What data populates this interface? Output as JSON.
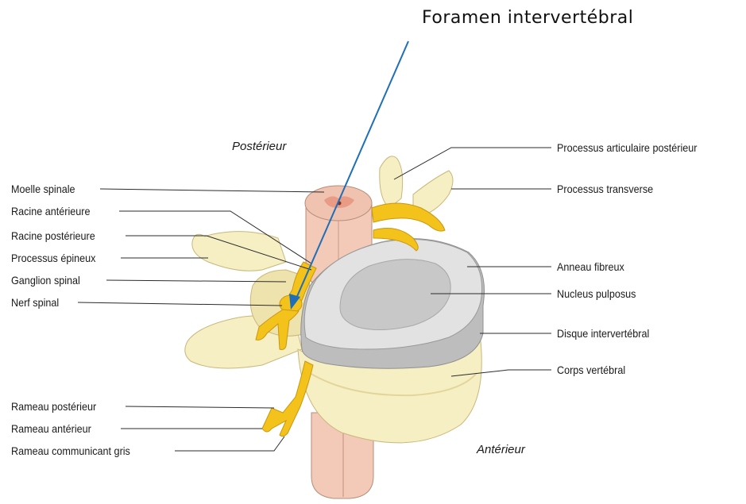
{
  "callout": {
    "text": "Foramen intervertébral",
    "arrow_color": "#1f6fb8"
  },
  "orientation": {
    "posterior": "Postérieur",
    "anterior": "Antérieur"
  },
  "labels_left": [
    "Moelle spinale",
    "Racine antérieure",
    "Racine postérieure",
    "Processus épineux",
    "Ganglion spinal",
    "Nerf spinal",
    "Rameau postérieur",
    "Rameau antérieur",
    "Rameau communicant gris"
  ],
  "labels_right": [
    "Processus articulaire postérieur",
    "Processus transverse",
    "Anneau fibreux",
    "Nucleus pulposus",
    "Disque intervertébral",
    "Corps vertébral"
  ],
  "colors": {
    "bone": "#f6efc4",
    "bone_shadow": "#e7dba0",
    "nerve": "#f3c21b",
    "nerve_dark": "#d9a40e",
    "cord": "#f3c9b8",
    "cord_shadow": "#e3a792",
    "disc_annulus": "#dcdcdc",
    "disc_nucleus": "#c4c4c4",
    "leader": "#2b2b2b"
  }
}
